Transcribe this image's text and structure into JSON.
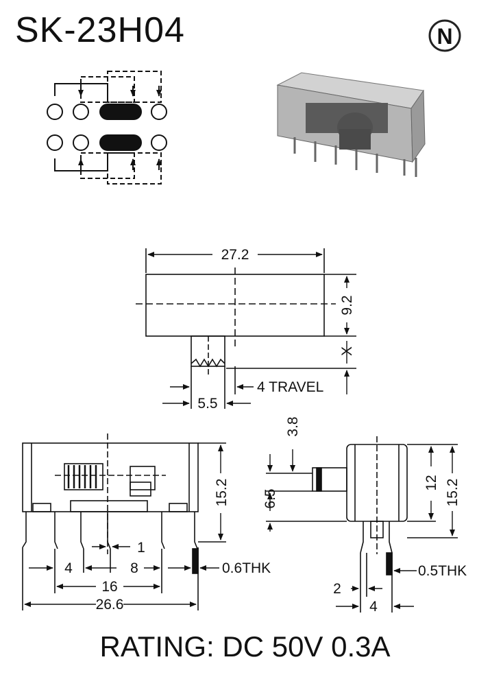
{
  "model": "SK-23H04",
  "rating": "RATING: DC 50V 0.3A",
  "logo_letter": "N",
  "top_view": {
    "width": "27.2",
    "height": "9.2",
    "x_label": "X",
    "knob_width": "5.5",
    "travel": "4 TRAVEL"
  },
  "front_view": {
    "height": "15.2",
    "pin_offset": "1",
    "thickness": "0.6THK",
    "pitch_a": "4",
    "pitch_b": "8",
    "span": "16",
    "overall": "26.6"
  },
  "side_view": {
    "knob": "3.8",
    "knob_height": "6.5",
    "body": "12",
    "height": "15.2",
    "thickness": "0.5THK",
    "pin_gap": "2",
    "pin_span": "4"
  },
  "colors": {
    "line": "#111111",
    "photo_body": "#b5b5b5",
    "photo_dark": "#505050"
  }
}
